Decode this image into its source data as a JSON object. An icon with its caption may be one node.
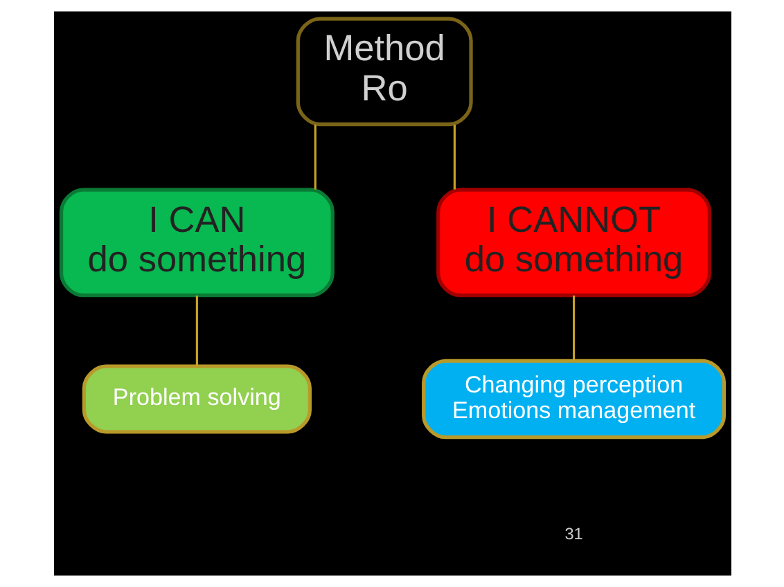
{
  "diagram": {
    "nodes": [
      {
        "text": [
          "Method",
          "Ro"
        ]
      },
      {
        "text": [
          "I CAN do something"
        ]
      },
      {
        "text": [
          "I CANNOT do something"
        ]
      },
      {
        "text": [
          "Problem solving"
        ]
      },
      {
        "text": [
          "Changing perception",
          "Emotions management"
        ]
      }
    ],
    "edges": [
      {
        "from": 0,
        "to": 1,
        "arrow": "none"
      },
      {
        "from": 0,
        "to": 2,
        "arrow": "none"
      },
      {
        "from": 1,
        "to": 3,
        "arrow": "none"
      },
      {
        "from": 2,
        "to": 4,
        "arrow": "none"
      }
    ],
    "labels": [
      "31"
    ]
  }
}
